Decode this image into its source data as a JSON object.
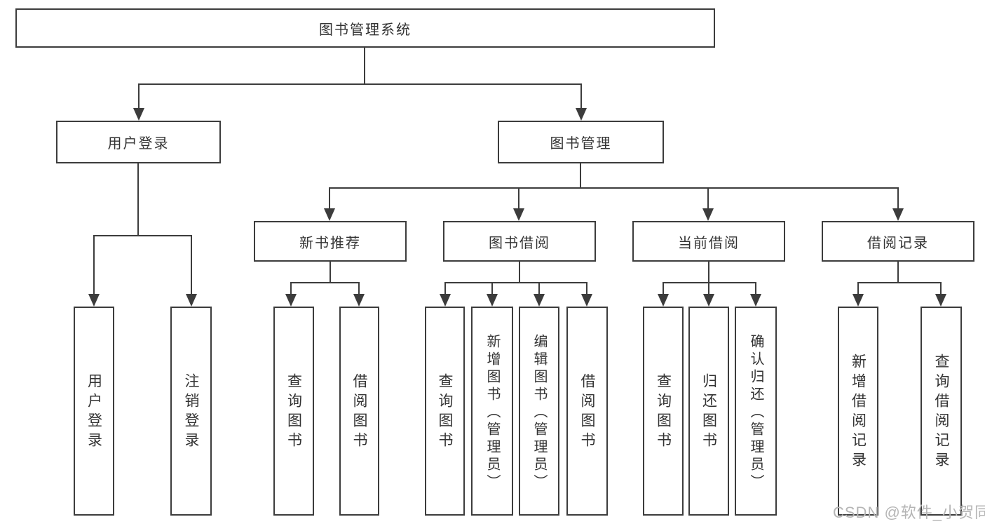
{
  "diagram": {
    "type": "tree",
    "root": {
      "label": "图书管理系统",
      "children": [
        {
          "label": "用户登录",
          "children": [
            {
              "label": "用户登录"
            },
            {
              "label": "注销登录"
            }
          ]
        },
        {
          "label": "图书管理",
          "children": [
            {
              "label": "新书推荐",
              "children": [
                {
                  "label": "查询图书"
                },
                {
                  "label": "借阅图书"
                }
              ]
            },
            {
              "label": "图书借阅",
              "children": [
                {
                  "label": "查询图书"
                },
                {
                  "label": "新增图书（管理员）"
                },
                {
                  "label": "编辑图书（管理员）"
                },
                {
                  "label": "借阅图书"
                }
              ]
            },
            {
              "label": "当前借阅",
              "children": [
                {
                  "label": "查询图书"
                },
                {
                  "label": "归还图书"
                },
                {
                  "label": "确认归还（管理员）"
                }
              ]
            },
            {
              "label": "借阅记录",
              "children": [
                {
                  "label": "新增借阅记录"
                },
                {
                  "label": "查询借阅记录"
                }
              ]
            }
          ]
        }
      ]
    },
    "colors": {
      "line": "#3c3c3c",
      "box_border": "#3c3c3c",
      "box_background": "#ffffff",
      "text": "#333333",
      "watermark": "#b5b5b5",
      "page_background": "#ffffff"
    }
  },
  "watermark": {
    "text": "CSDN @软件_小贺同学"
  }
}
